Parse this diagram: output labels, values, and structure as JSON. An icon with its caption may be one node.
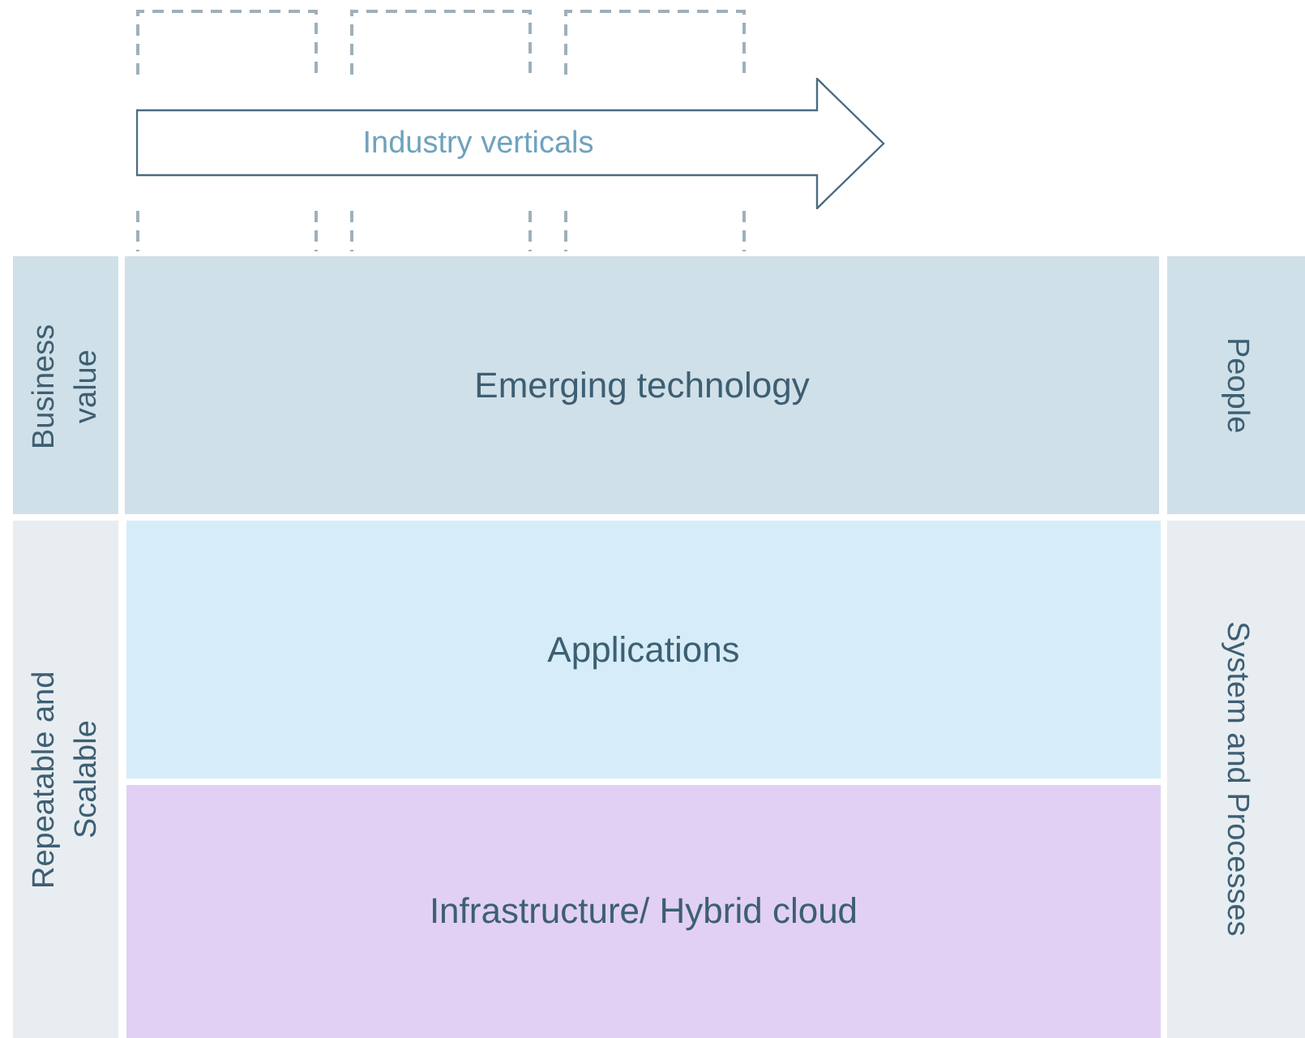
{
  "diagram": {
    "nodes": [
      {
        "text": [
          "Industry verticals"
        ]
      },
      {
        "text": [
          "Business value"
        ]
      },
      {
        "text": [
          "Emerging technology"
        ]
      },
      {
        "text": [
          "People"
        ]
      },
      {
        "text": [
          "Repeatable and Scalable"
        ]
      },
      {
        "text": [
          "Applications"
        ]
      },
      {
        "text": [
          "Infrastructure/ Hybrid cloud"
        ]
      },
      {
        "text": [
          "System and Processes"
        ]
      }
    ],
    "edges": []
  }
}
